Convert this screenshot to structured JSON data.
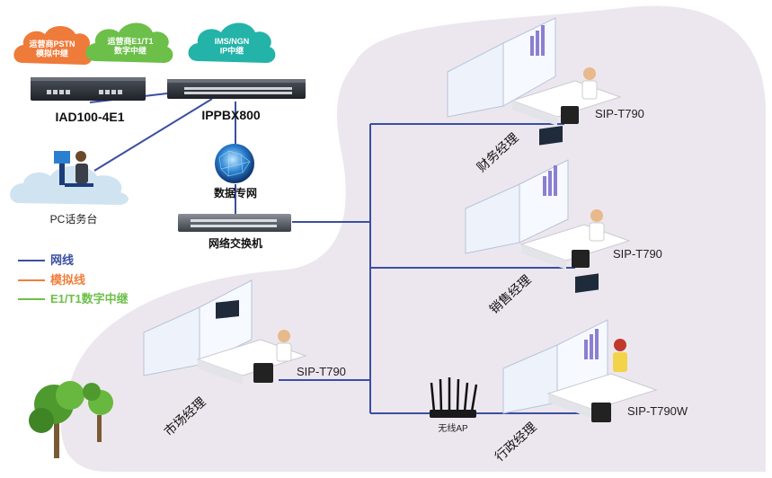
{
  "clouds": {
    "pstn": "运营商PSTN\n模拟中继",
    "e1": "运营商E1/T1\n数字中继",
    "ims": "IMS/NGN\nIP中继"
  },
  "devices": {
    "iad": "IAD100-4E1",
    "ippbx": "IPPBX800",
    "network": "数据专网",
    "switch": "网络交换机",
    "pc": "PC话务台",
    "ap": "无线AP"
  },
  "legend": [
    {
      "label": "网线",
      "color": "#3a4fa0"
    },
    {
      "label": "模拟线",
      "color": "#f07f3c"
    },
    {
      "label": "E1/T1数字中继",
      "color": "#6cc04a"
    }
  ],
  "offices": [
    {
      "name": "财务经理",
      "phone": "SIP-T790"
    },
    {
      "name": "销售经理",
      "phone": "SIP-T790"
    },
    {
      "name": "市场经理",
      "phone": "SIP-T790"
    },
    {
      "name": "行政经理",
      "phone": "SIP-T790W"
    }
  ],
  "colors": {
    "blob": "#ece6ee",
    "line": "#3a4fa0",
    "cloud_orange": "#ef7b3b",
    "cloud_green": "#6cc04a",
    "cloud_teal": "#24b3a8"
  }
}
